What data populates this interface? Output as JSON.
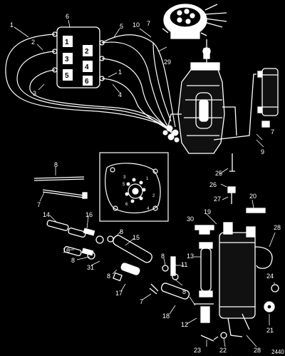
{
  "callouts": {
    "c1a": "1",
    "c1b": "1",
    "c2": "2",
    "c3": "3",
    "c4": "4",
    "c5": "5",
    "c6": "6",
    "c7a": "7",
    "c7b": "7",
    "c7c": "7",
    "c8a": "8",
    "c8b": "8",
    "c8c": "8",
    "c8d": "8",
    "c8e": "8",
    "c9": "9",
    "c10": "10",
    "c11": "11",
    "c12": "12",
    "c13": "13",
    "c14": "14",
    "c15": "15",
    "c16a": "16",
    "c16b": "16",
    "c17": "17",
    "c18": "18",
    "c19": "19",
    "c20": "20",
    "c21": "21",
    "c22": "22",
    "c23": "23",
    "c24": "24",
    "c25": "25",
    "c26": "26",
    "c27": "27",
    "c28a": "28",
    "c28b": "28",
    "c29": "29",
    "c30": "30",
    "c31": "31"
  },
  "cylinder_block": {
    "b1": "1",
    "b2": "2",
    "b3": "3",
    "b4": "4",
    "b5": "5",
    "b6": "6"
  },
  "detail_inset": {
    "d1": "1",
    "d2": "2",
    "d3": "3",
    "d4": "4",
    "d5": "5",
    "d6": "6"
  },
  "figure_number": "2440"
}
